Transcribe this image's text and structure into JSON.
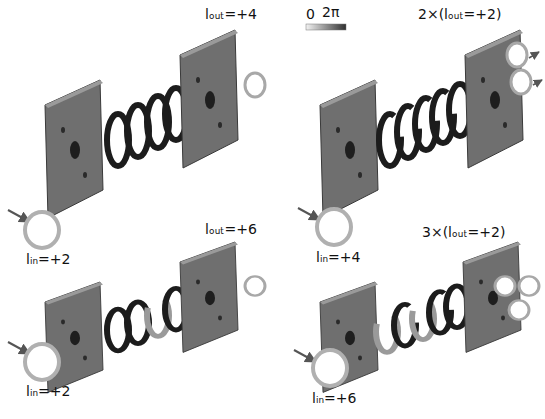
{
  "diagram": {
    "labels": [
      "lₒᵤₜ=+4",
      "0",
      "2π",
      "2×(lₒᵤₜ=+2)",
      "lᵢₙ=+2",
      "lᵢₙ=+4",
      "lₒᵤₜ=+6",
      "3×(lₒᵤₜ=+2)",
      "lᵢₙ=+2",
      "lᵢₙ=+6"
    ]
  }
}
